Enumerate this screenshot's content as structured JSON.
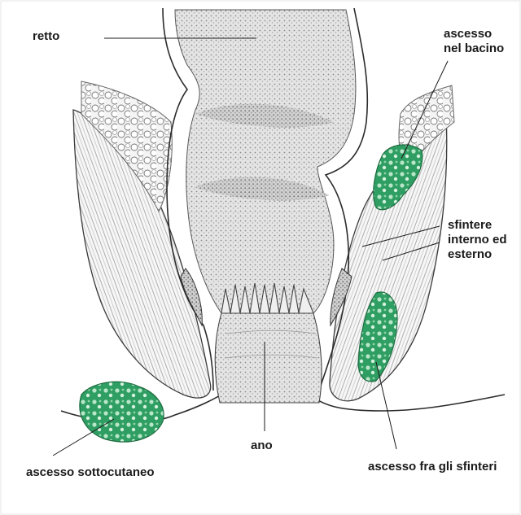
{
  "labels": {
    "retto": "retto",
    "ascesso_bacino": [
      "ascesso",
      "nel bacino"
    ],
    "sfintere": [
      "sfintere",
      "interno ed",
      "esterno"
    ],
    "ano": "ano",
    "ascesso_sottocutaneo": "ascesso sottocutaneo",
    "ascesso_fra_sfinteri": "ascesso fra gli sfinteri"
  },
  "colors": {
    "abscess_fill": "#2f9e62",
    "abscess_highlight": "#b8e6c8",
    "tissue_fill": "#d9d9d9",
    "tissue_dark": "#8c8c8c",
    "line": "#2b2b2b"
  }
}
